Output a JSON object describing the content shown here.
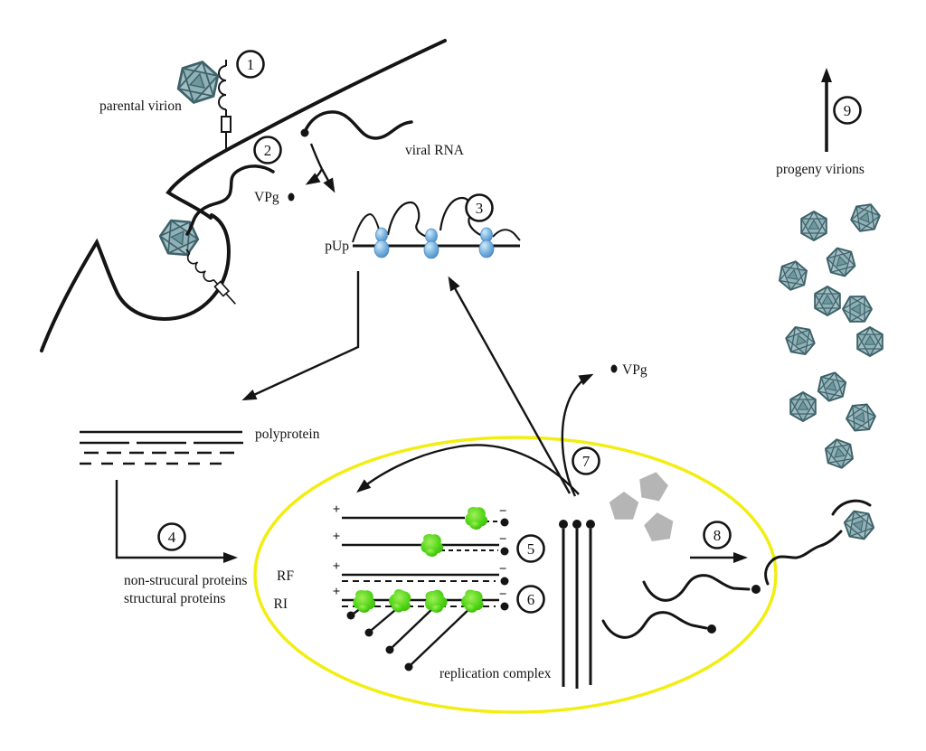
{
  "labels": {
    "parental_virion": "parental virion",
    "viral_rna": "viral RNA",
    "vpg": "VPg",
    "pup": "pUp",
    "polyprotein": "polyprotein",
    "nonstructural_proteins": "non-strucural proteins",
    "structural_proteins": "structural proteins",
    "rf": "RF",
    "ri": "RI",
    "replication_complex": "replication complex",
    "progeny_virions": "progeny virions",
    "plus": "+",
    "minus": "−"
  },
  "steps": [
    "1",
    "2",
    "3",
    "4",
    "5",
    "6",
    "7",
    "8",
    "9"
  ],
  "counts": {
    "progeny_virions": 12,
    "capsid_pentamers": 3,
    "ribosomes": 3,
    "template_strands": 3,
    "ri_polymerases": 4
  },
  "colors": {
    "line_black": "#141414",
    "vesicle_yellow": "#f2ee12",
    "polymerase_green": "#4fd416",
    "ribosome_blue": "#7db7e4",
    "pentamer_gray": "#b5b5b5",
    "virion_face": "#a5c0c5",
    "virion_edge": "#3d6269"
  }
}
